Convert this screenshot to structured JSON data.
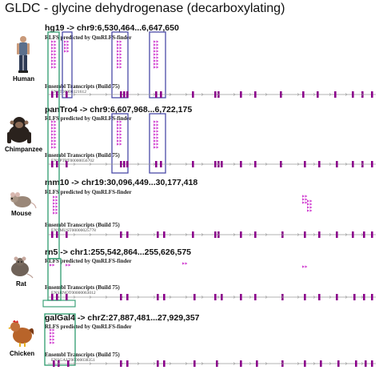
{
  "title": "GLDC  -  glycine dehydrogenase (decarboxylating)",
  "track_labels": {
    "rlfs": "RLFS predicted by QmRLFS-finder",
    "ensembl": "Ensembl Transcripts (Build 75)"
  },
  "colors": {
    "exon": "#8b008b",
    "rlfs": "#d040d0",
    "green_box": "#2e9c6e",
    "blue_box": "#4a4aa8",
    "intron": "#9a9a9a"
  },
  "species": [
    {
      "name": "Human",
      "coords": "hg19  ->  chr9:6,530,464...6,647,650",
      "transcript_id": "ENST00000321612",
      "icon": "human-icon"
    },
    {
      "name": "Chimpanzee",
      "coords": "panTro4  ->  chr9:6,607,968...6,722,175",
      "transcript_id": "ENSPTRT00000056702",
      "icon": "chimpanzee-icon"
    },
    {
      "name": "Mouse",
      "coords": "mm10  ->  chr19:30,096,449...30,177,418",
      "transcript_id": "ENSMUST00000025778",
      "icon": "mouse-icon"
    },
    {
      "name": "Rat",
      "coords": "rn5  ->  chr1:255,542,864...255,626,575",
      "transcript_id": "ENSRNOT00000063012",
      "icon": "rat-icon"
    },
    {
      "name": "Chicken",
      "coords": "galGal4  ->  chrZ:27,887,481...27,929,357",
      "transcript_id": "ENSGALT00000038351",
      "icon": "chicken-icon"
    }
  ]
}
